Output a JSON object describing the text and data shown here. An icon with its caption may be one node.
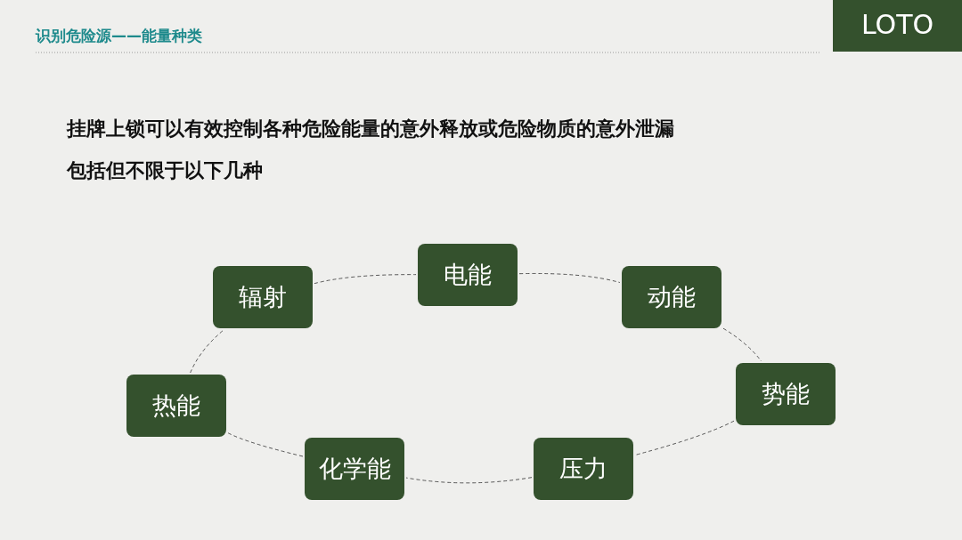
{
  "diagram": {
    "title": "识别危险源——能量种类",
    "nodes": [
      {
        "text": [
          "LOTO"
        ]
      },
      {
        "text": [
          "电能"
        ]
      },
      {
        "text": [
          "动能"
        ]
      },
      {
        "text": [
          "势能"
        ]
      },
      {
        "text": [
          "压力"
        ]
      },
      {
        "text": [
          "化学能"
        ]
      },
      {
        "text": [
          "热能"
        ]
      },
      {
        "text": [
          "辐射"
        ]
      }
    ],
    "edges": [
      {
        "from": 1,
        "to": 2,
        "arrow": "none",
        "style": "dashed"
      },
      {
        "from": 2,
        "to": 3,
        "arrow": "none",
        "style": "dashed"
      },
      {
        "from": 3,
        "to": 4,
        "arrow": "none",
        "style": "dashed"
      },
      {
        "from": 4,
        "to": 5,
        "arrow": "none",
        "style": "dashed"
      },
      {
        "from": 5,
        "to": 6,
        "arrow": "none",
        "style": "dashed"
      },
      {
        "from": 6,
        "to": 7,
        "arrow": "none",
        "style": "dashed"
      },
      {
        "from": 7,
        "to": 1,
        "arrow": "none",
        "style": "dashed"
      }
    ],
    "labels": [
      "挂牌上锁可以有效控制各种危险能量的意外释放或危险物质的意外泄漏",
      "包括但不限于以下几种"
    ]
  }
}
